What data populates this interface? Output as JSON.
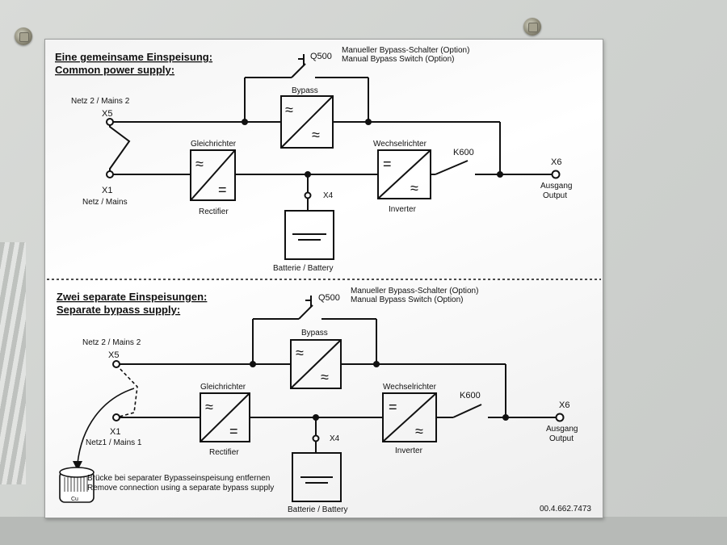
{
  "top": {
    "heading_de": "Eine gemeinsame Einspeisung:",
    "heading_en": "Common power supply:",
    "switch_id": "Q500",
    "switch_desc_de": "Manueller Bypass-Schalter (Option)",
    "switch_desc_en": "Manual Bypass Switch (Option)",
    "bypass_label": "Bypass",
    "mains2_label": "Netz 2 / Mains 2",
    "x5": "X5",
    "x1": "X1",
    "mains_label": "Netz / Mains",
    "rectifier_de": "Gleichrichter",
    "rectifier_en": "Rectifier",
    "inverter_de": "Wechselrichter",
    "inverter_en": "Inverter",
    "k600": "K600",
    "x6": "X6",
    "output_de": "Ausgang",
    "output_en": "Output",
    "x4": "X4",
    "battery_label": "Batterie / Battery"
  },
  "bottom": {
    "heading_de": "Zwei separate Einspeisungen:",
    "heading_en": "Separate bypass supply:",
    "switch_id": "Q500",
    "switch_desc_de": "Manueller Bypass-Schalter (Option)",
    "switch_desc_en": "Manual Bypass Switch (Option)",
    "bypass_label": "Bypass",
    "mains2_label": "Netz 2 / Mains 2",
    "x5": "X5",
    "x1": "X1",
    "mains_label": "Netz1 / Mains 1",
    "rectifier_de": "Gleichrichter",
    "rectifier_en": "Rectifier",
    "inverter_de": "Wechselrichter",
    "inverter_en": "Inverter",
    "k600": "K600",
    "x6": "X6",
    "output_de": "Ausgang",
    "output_en": "Output",
    "x4": "X4",
    "battery_label": "Batterie / Battery",
    "note_de": "Brücke bei separater Bypasseinspeisung entfernen",
    "note_en": "Remove connection using a separate bypass supply",
    "cu_label": "Cu"
  },
  "symbols": {
    "ac": "≈",
    "dc": "="
  },
  "part_number": "00.4.662.7473"
}
